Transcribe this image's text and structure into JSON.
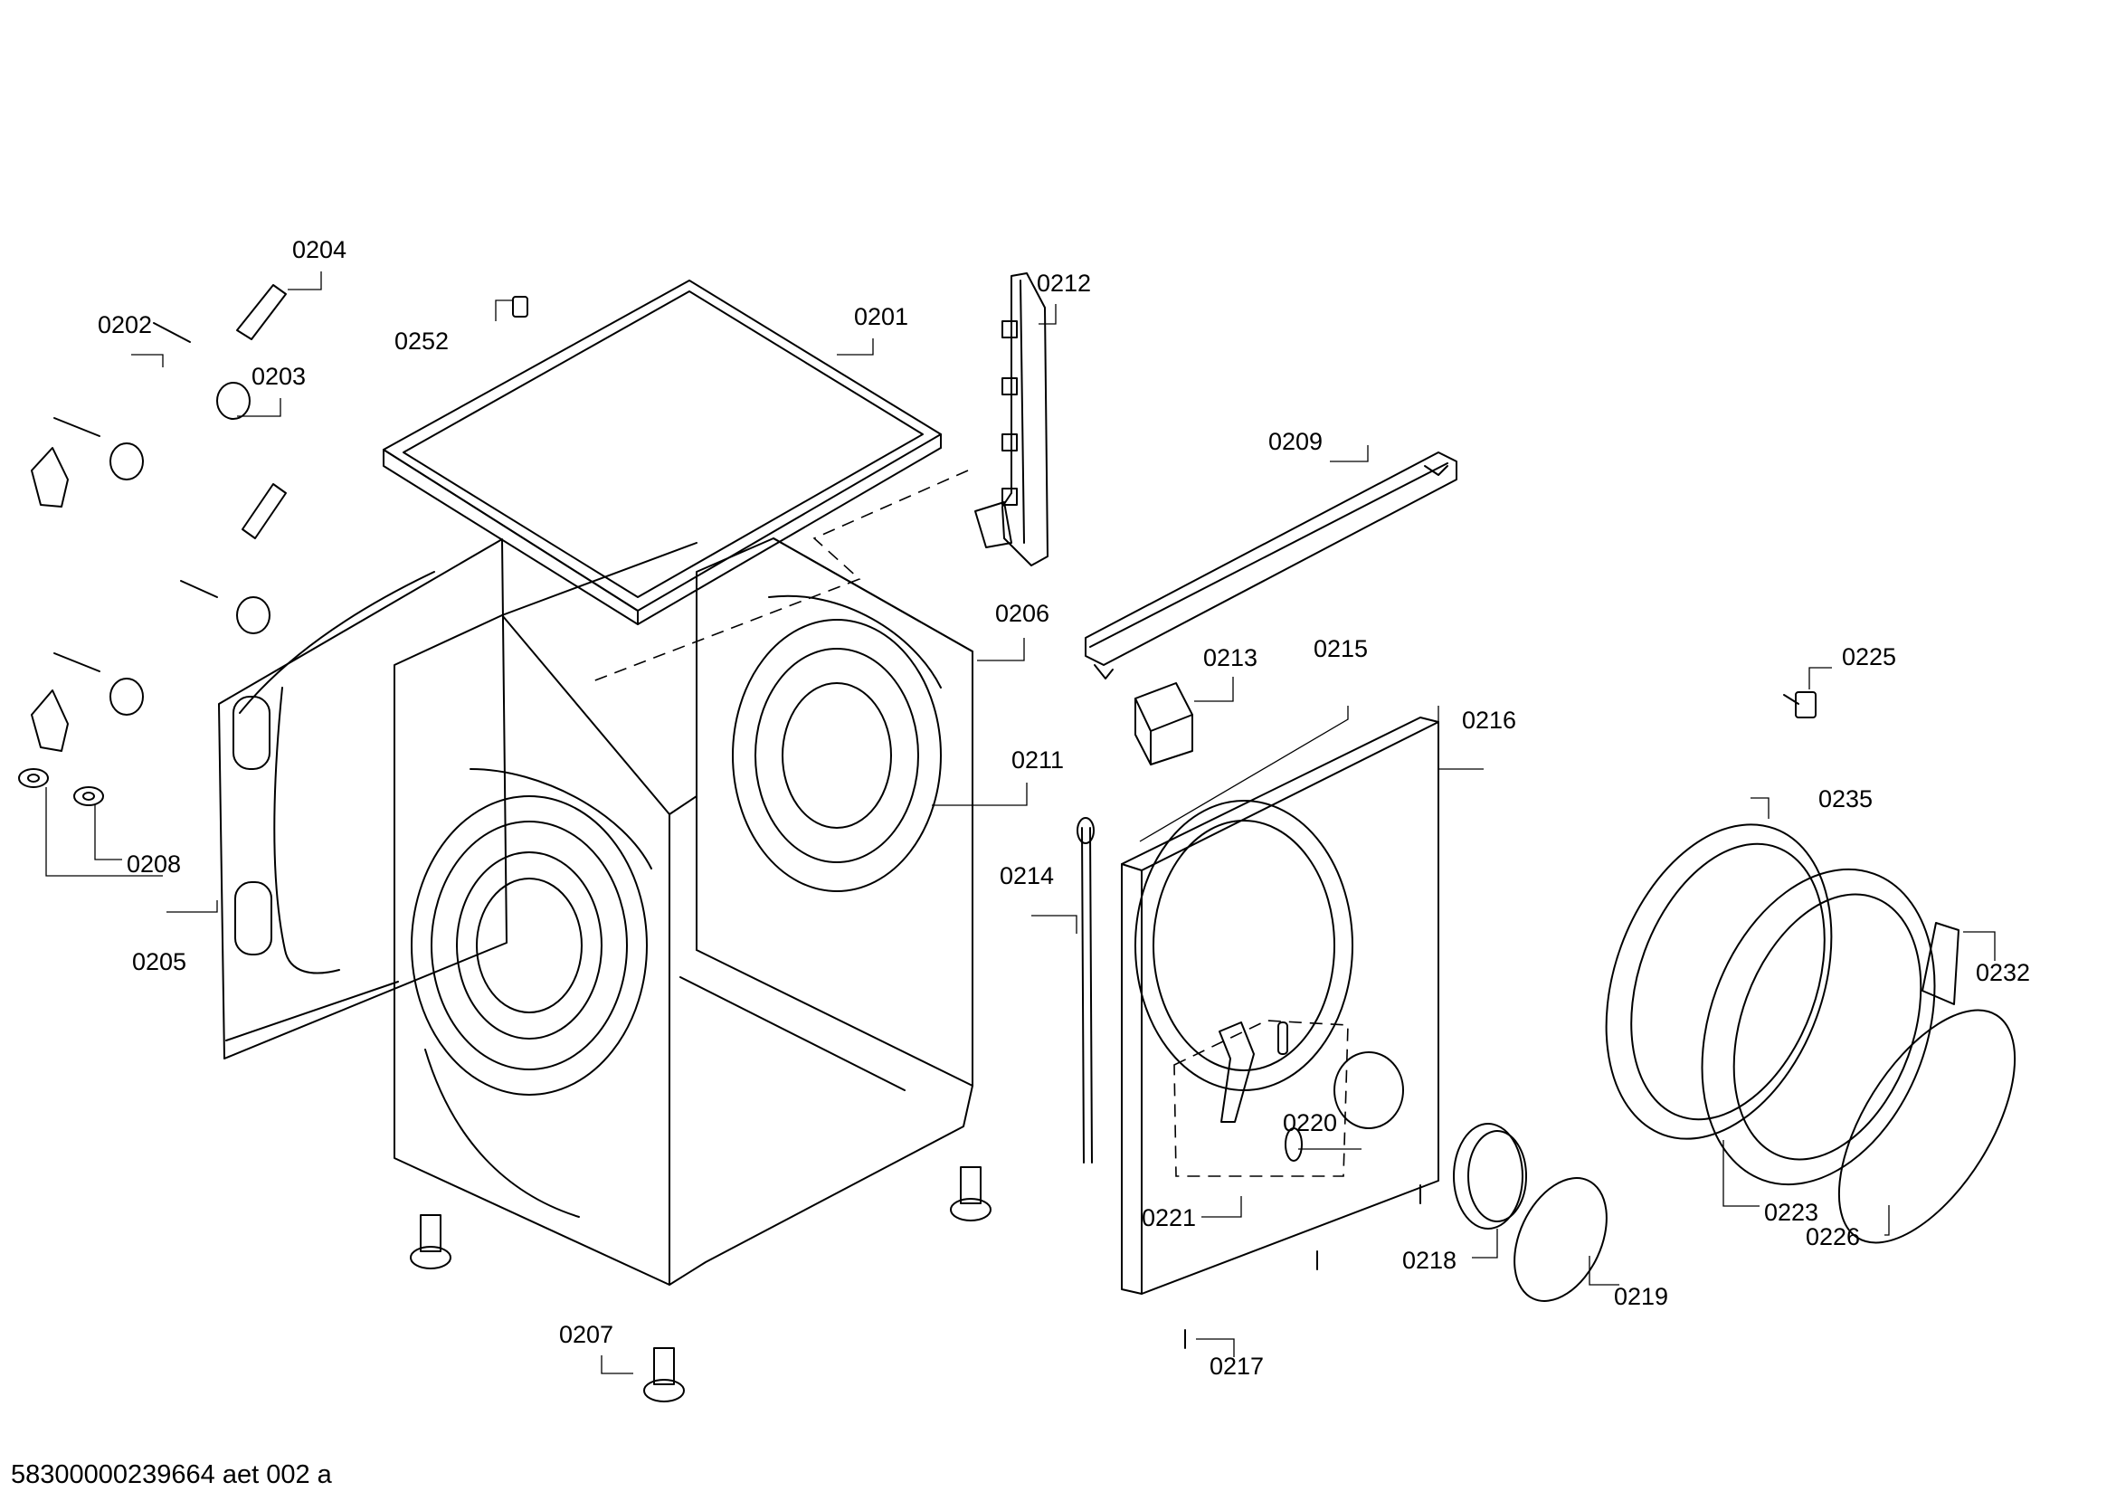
{
  "diagram": {
    "doc_id": "58300000239664 aet 002 a",
    "callouts": [
      {
        "id": "0201",
        "text": "0201"
      },
      {
        "id": "0202",
        "text": "0202"
      },
      {
        "id": "0203",
        "text": "0203"
      },
      {
        "id": "0204",
        "text": "0204"
      },
      {
        "id": "0205",
        "text": "0205"
      },
      {
        "id": "0206",
        "text": "0206"
      },
      {
        "id": "0207",
        "text": "0207"
      },
      {
        "id": "0208",
        "text": "0208"
      },
      {
        "id": "0209",
        "text": "0209"
      },
      {
        "id": "0211",
        "text": "0211"
      },
      {
        "id": "0212",
        "text": "0212"
      },
      {
        "id": "0213",
        "text": "0213"
      },
      {
        "id": "0214",
        "text": "0214"
      },
      {
        "id": "0215",
        "text": "0215"
      },
      {
        "id": "0216",
        "text": "0216"
      },
      {
        "id": "0217",
        "text": "0217"
      },
      {
        "id": "0218",
        "text": "0218"
      },
      {
        "id": "0219",
        "text": "0219"
      },
      {
        "id": "0220",
        "text": "0220"
      },
      {
        "id": "0221",
        "text": "0221"
      },
      {
        "id": "0223",
        "text": "0223"
      },
      {
        "id": "0225",
        "text": "0225"
      },
      {
        "id": "0226",
        "text": "0226"
      },
      {
        "id": "0232",
        "text": "0232"
      },
      {
        "id": "0235",
        "text": "0235"
      },
      {
        "id": "0252",
        "text": "0252"
      }
    ]
  }
}
